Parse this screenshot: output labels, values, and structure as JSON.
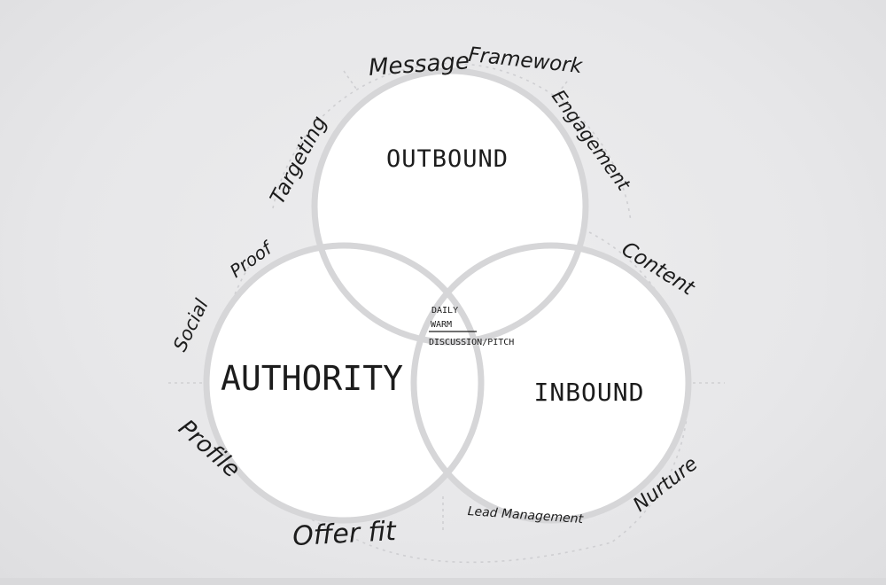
{
  "diagram": {
    "circles": {
      "outbound": "OUTBOUND",
      "authority": "AUTHORITY",
      "inbound": "INBOUND"
    },
    "center": {
      "line1": "DAILY",
      "line2": "WARM",
      "line3": "DISCUSSION/PITCH"
    },
    "labels": {
      "message": "Message",
      "framework": "Framework",
      "engagement": "Engagement",
      "targeting": "Targeting",
      "social": "Social",
      "proof": "Proof",
      "profile": "Profile",
      "offer_fit": "Offer fit",
      "content": "Content",
      "nurture": "Nurture",
      "lead_management": "Lead Management"
    },
    "colors": {
      "ring": "#d6d6d8",
      "fill": "#ffffff",
      "ink": "#1c1c1c",
      "background": "#e7e7e9"
    }
  }
}
